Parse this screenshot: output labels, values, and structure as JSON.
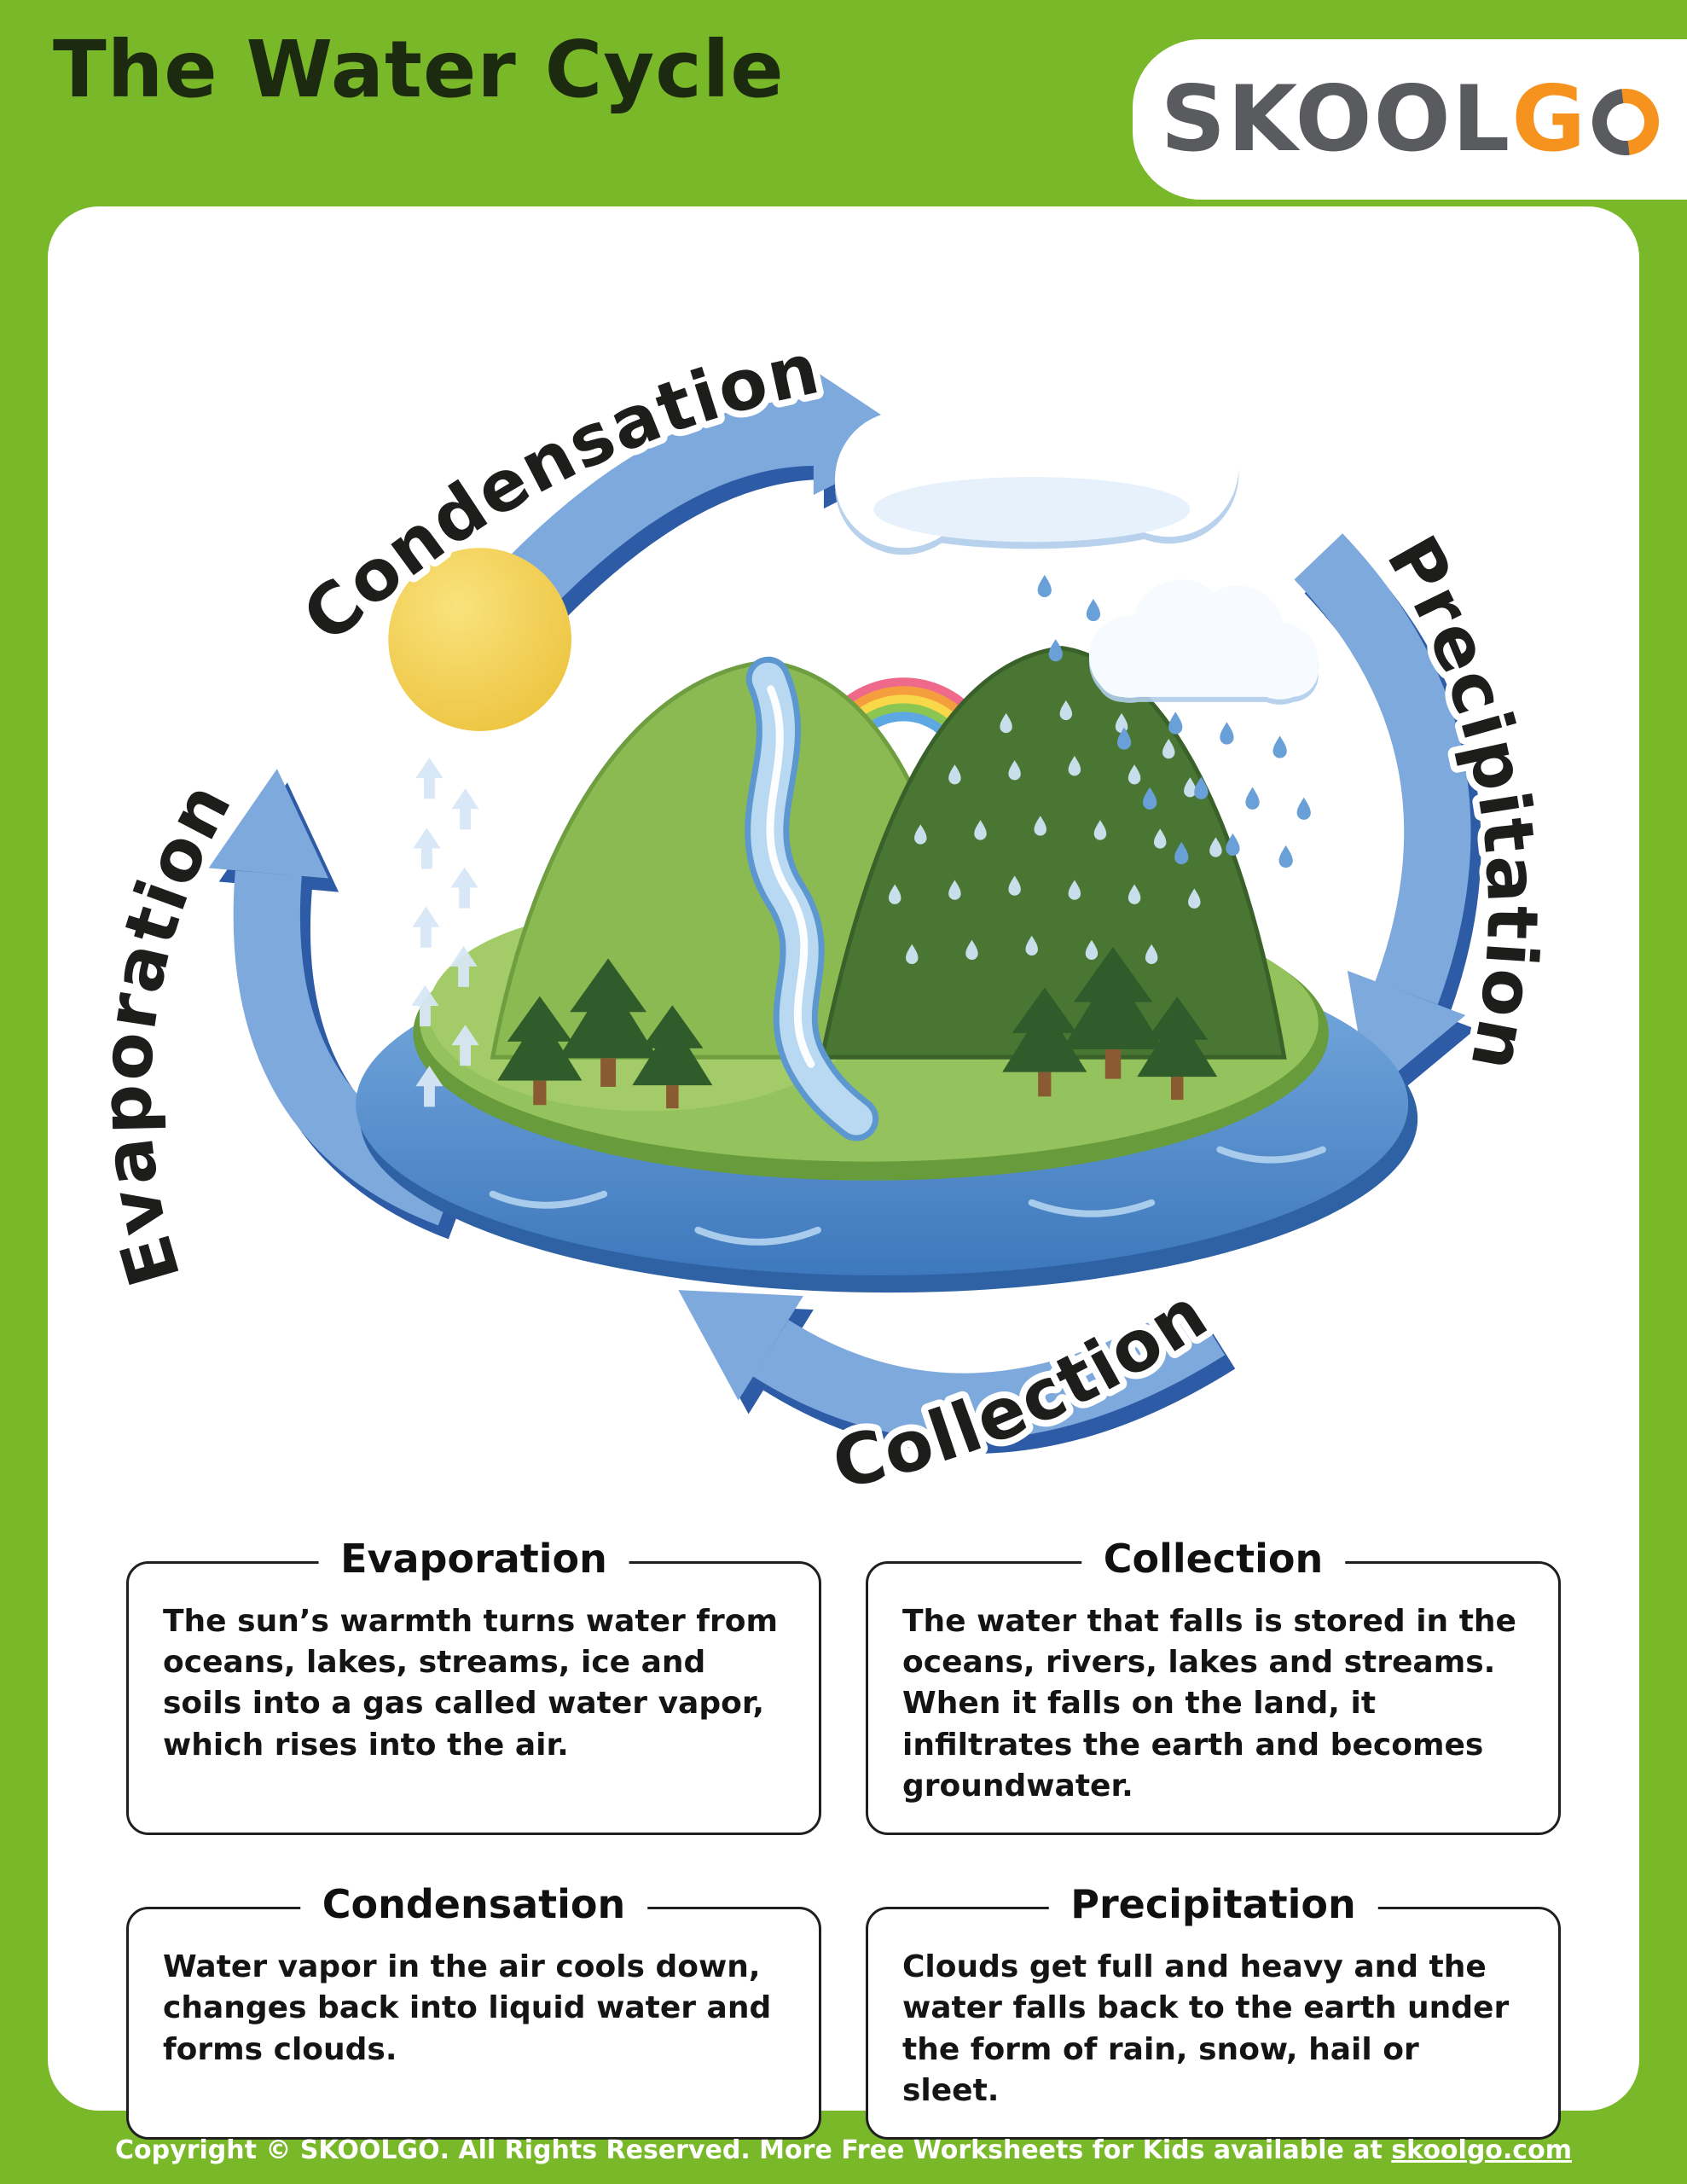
{
  "page": {
    "title": "The Water Cycle"
  },
  "logo": {
    "skool": "SKOOL",
    "g": "G",
    "o": "O"
  },
  "diagram": {
    "labels": {
      "condensation": "Condensation",
      "precipitation": "Precipitation",
      "evaporation": "Evaporation",
      "collection": "Collection"
    }
  },
  "cards": [
    {
      "title": "Evaporation",
      "body": "The sun’s warmth turns water from oceans, lakes, streams, ice and soils into a gas called water vapor, which rises into the air."
    },
    {
      "title": "Collection",
      "body": "The water that falls is stored in the oceans, rivers, lakes and streams. When it falls on the land, it infiltrates the earth and becomes groundwater."
    },
    {
      "title": "Condensation",
      "body": "Water vapor in the air cools down, changes back into liquid water and forms clouds."
    },
    {
      "title": "Precipitation",
      "body": "Clouds get full and heavy and the water falls back to the earth under the form of rain, snow, hail or sleet."
    }
  ],
  "footer": {
    "prefix": "Copyright © ",
    "brand": "SKOOLGO",
    "middle": ". All Rights Reserved. More Free Worksheets for Kids available at ",
    "link": "skoolgo.com"
  },
  "colors": {
    "background_green": "#78b829",
    "arrow_blue": "#7ea9dc",
    "arrow_shadow_blue": "#2d5ba6",
    "logo_orange": "#f6921e",
    "logo_gray": "#5a5b5e",
    "label_text": "#1d1d1b"
  }
}
